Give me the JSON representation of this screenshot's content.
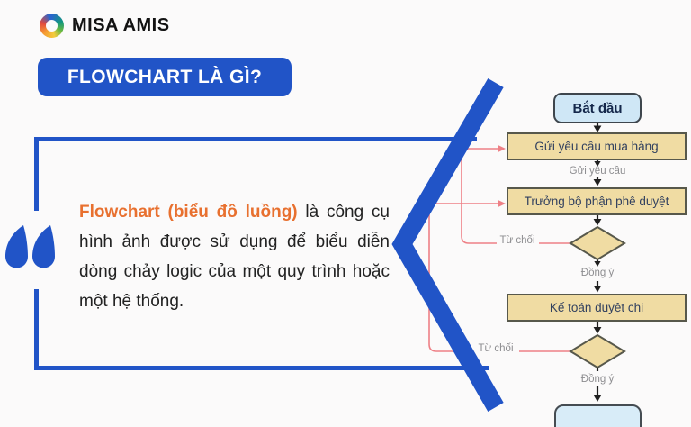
{
  "logo": {
    "brand": "MISA AMIS",
    "icon": "misa-color-swirl"
  },
  "title_banner": {
    "label": "FLOWCHART LÀ GÌ?"
  },
  "quote": {
    "highlight": "Flowchart (biểu đồ luồng)",
    "body": " là công cụ hình ảnh được sử dụng để biểu diễn dòng chảy logic của một quy trình hoặc một hệ thống."
  },
  "flowchart": {
    "start": "Bắt đầu",
    "steps": [
      "Gửi yêu cầu mua hàng",
      "Trưởng bộ phận phê duyệt",
      "Kế toán duyệt chi"
    ],
    "edge_labels": {
      "send_request": "Gửi yêu cầu",
      "agree_1": "Đồng ý",
      "agree_2": "Đồng ý",
      "reject_1": "Từ chối",
      "reject_2": "Từ chối"
    }
  },
  "colors": {
    "accent_blue": "#2154c7",
    "accent_orange": "#e8702f",
    "process_fill": "#f0dca3",
    "process_border": "#57584b",
    "terminal_fill": "#cfe7f6",
    "reject_line": "#ee8086",
    "edge_label_gray": "#8d8d90",
    "background": "#fbfafa"
  }
}
